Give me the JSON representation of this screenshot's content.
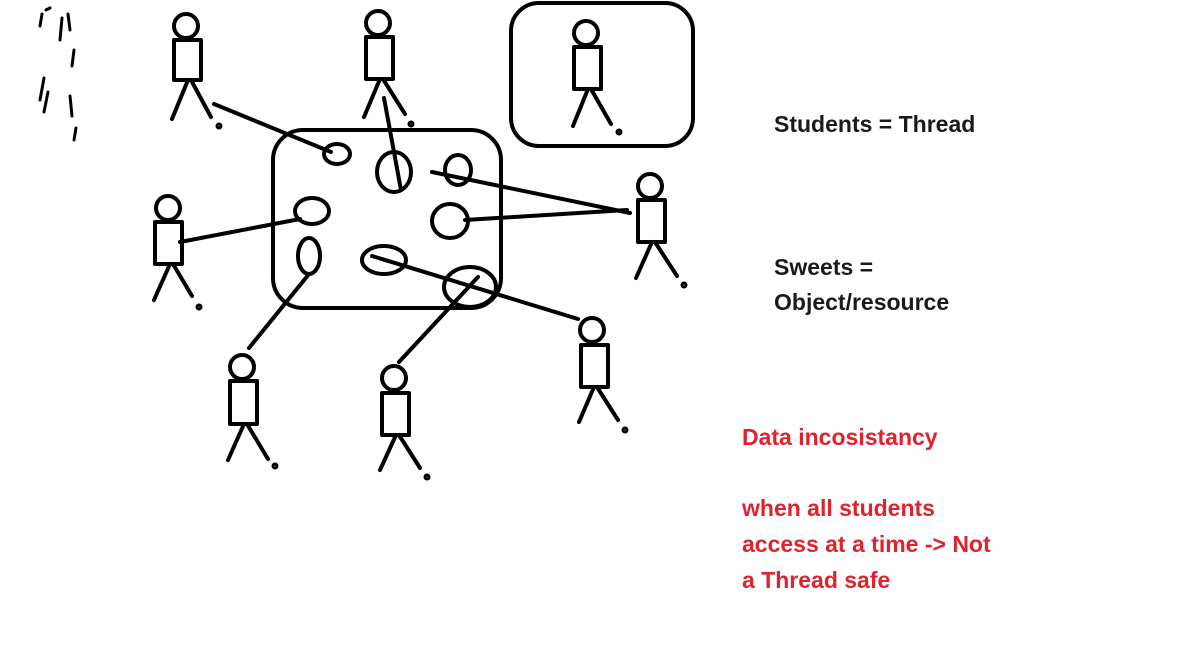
{
  "colors": {
    "ink": "#000000",
    "definition_text": "#1a1a1a",
    "warning_text": "#e0222c",
    "background": "#ffffff"
  },
  "definitions": {
    "students_line": "Students = Thread",
    "sweets_line1": "Sweets =",
    "sweets_line2": "Object/resource"
  },
  "warning": {
    "title": "Data incosistancy",
    "line1": "when all students",
    "line2": "access at a time -> Not",
    "line3": "a Thread safe"
  }
}
